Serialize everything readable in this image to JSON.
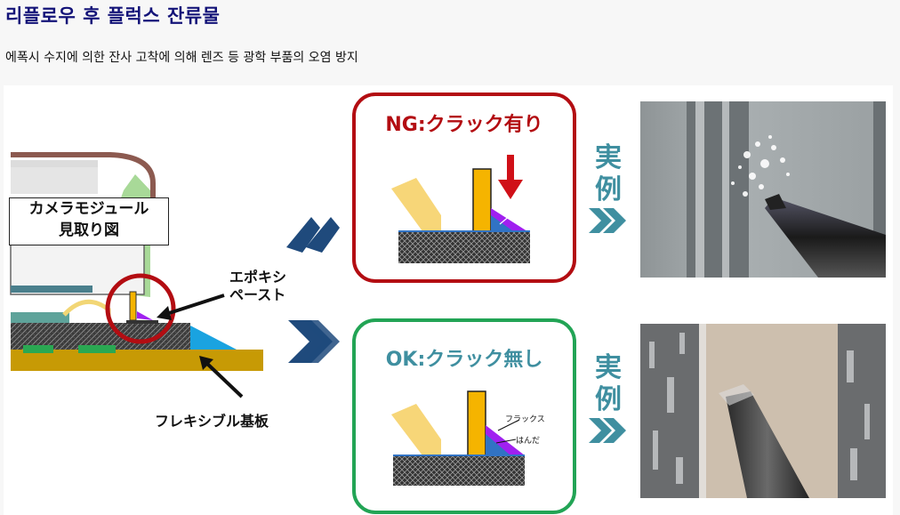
{
  "page": {
    "title": "리플로우 후 플럭스 잔류물",
    "subtitle": "에폭시 수지에 의한 잔사 고착에 의해 렌즈 등 광학 부품의 오염 방지"
  },
  "diagram": {
    "module_label_line1": "カメラモジュール",
    "module_label_line2": "見取り図",
    "epoxy_label_line1": "エポキシ",
    "epoxy_label_line2": "ペースト",
    "substrate_label": "フレキシブル基板",
    "ng_title": "NG:クラック有り",
    "ok_title": "OK:クラック無し",
    "flux_label": "フラックス",
    "solder_label": "はんだ",
    "example_label_top_1": "実",
    "example_label_top_2": "例",
    "example_label_bottom_1": "実",
    "example_label_bottom_2": "例"
  },
  "colors": {
    "title": "#131378",
    "ng_red": "#b30d12",
    "ok_green": "#22a455",
    "teal": "#3f8fa0",
    "navy_arrow": "#1f4a7c",
    "substrate_gold": "#c79a05",
    "component_orange": "#f5b400",
    "flux_purple": "#a020f0",
    "solder_blue": "#3173c4"
  }
}
